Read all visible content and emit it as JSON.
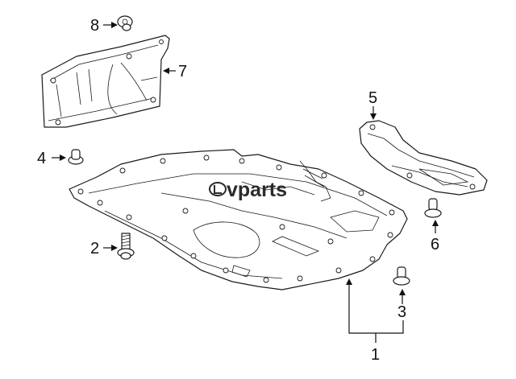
{
  "callouts": [
    {
      "id": "1",
      "label": "1"
    },
    {
      "id": "2",
      "label": "2"
    },
    {
      "id": "3",
      "label": "3"
    },
    {
      "id": "4",
      "label": "4"
    },
    {
      "id": "5",
      "label": "5"
    },
    {
      "id": "6",
      "label": "6"
    },
    {
      "id": "7",
      "label": "7"
    },
    {
      "id": "8",
      "label": "8"
    }
  ],
  "watermark": {
    "text": "vparts",
    "logo": "lexus-logo"
  }
}
